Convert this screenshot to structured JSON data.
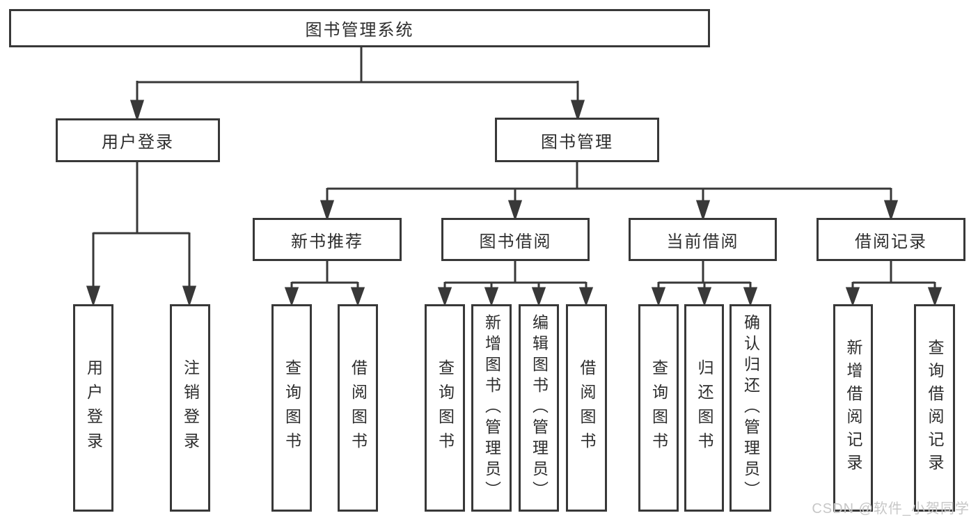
{
  "diagram": {
    "root": {
      "label": "图书管理系统"
    },
    "branches": [
      {
        "label": "用户登录",
        "children": [
          {
            "label": "用户登录"
          },
          {
            "label": "注销登录"
          }
        ]
      },
      {
        "label": "图书管理",
        "children": [
          {
            "label": "新书推荐",
            "children": [
              {
                "label": "查询图书"
              },
              {
                "label": "借阅图书"
              }
            ]
          },
          {
            "label": "图书借阅",
            "children": [
              {
                "label": "查询图书"
              },
              {
                "label": "新增图书（管理员）"
              },
              {
                "label": "编辑图书（管理员）"
              },
              {
                "label": "借阅图书"
              }
            ]
          },
          {
            "label": "当前借阅",
            "children": [
              {
                "label": "查询图书"
              },
              {
                "label": "归还图书"
              },
              {
                "label": "确认归还（管理员）"
              }
            ]
          },
          {
            "label": "借阅记录",
            "children": [
              {
                "label": "新增借阅记录"
              },
              {
                "label": "查询借阅记录"
              }
            ]
          }
        ]
      }
    ]
  },
  "watermark": {
    "text": "CSDN @软件_小贺同学"
  },
  "colors": {
    "line": "#383838",
    "text": "#2d2d2d",
    "watermark": "#c7c7c7",
    "background": "#ffffff"
  }
}
